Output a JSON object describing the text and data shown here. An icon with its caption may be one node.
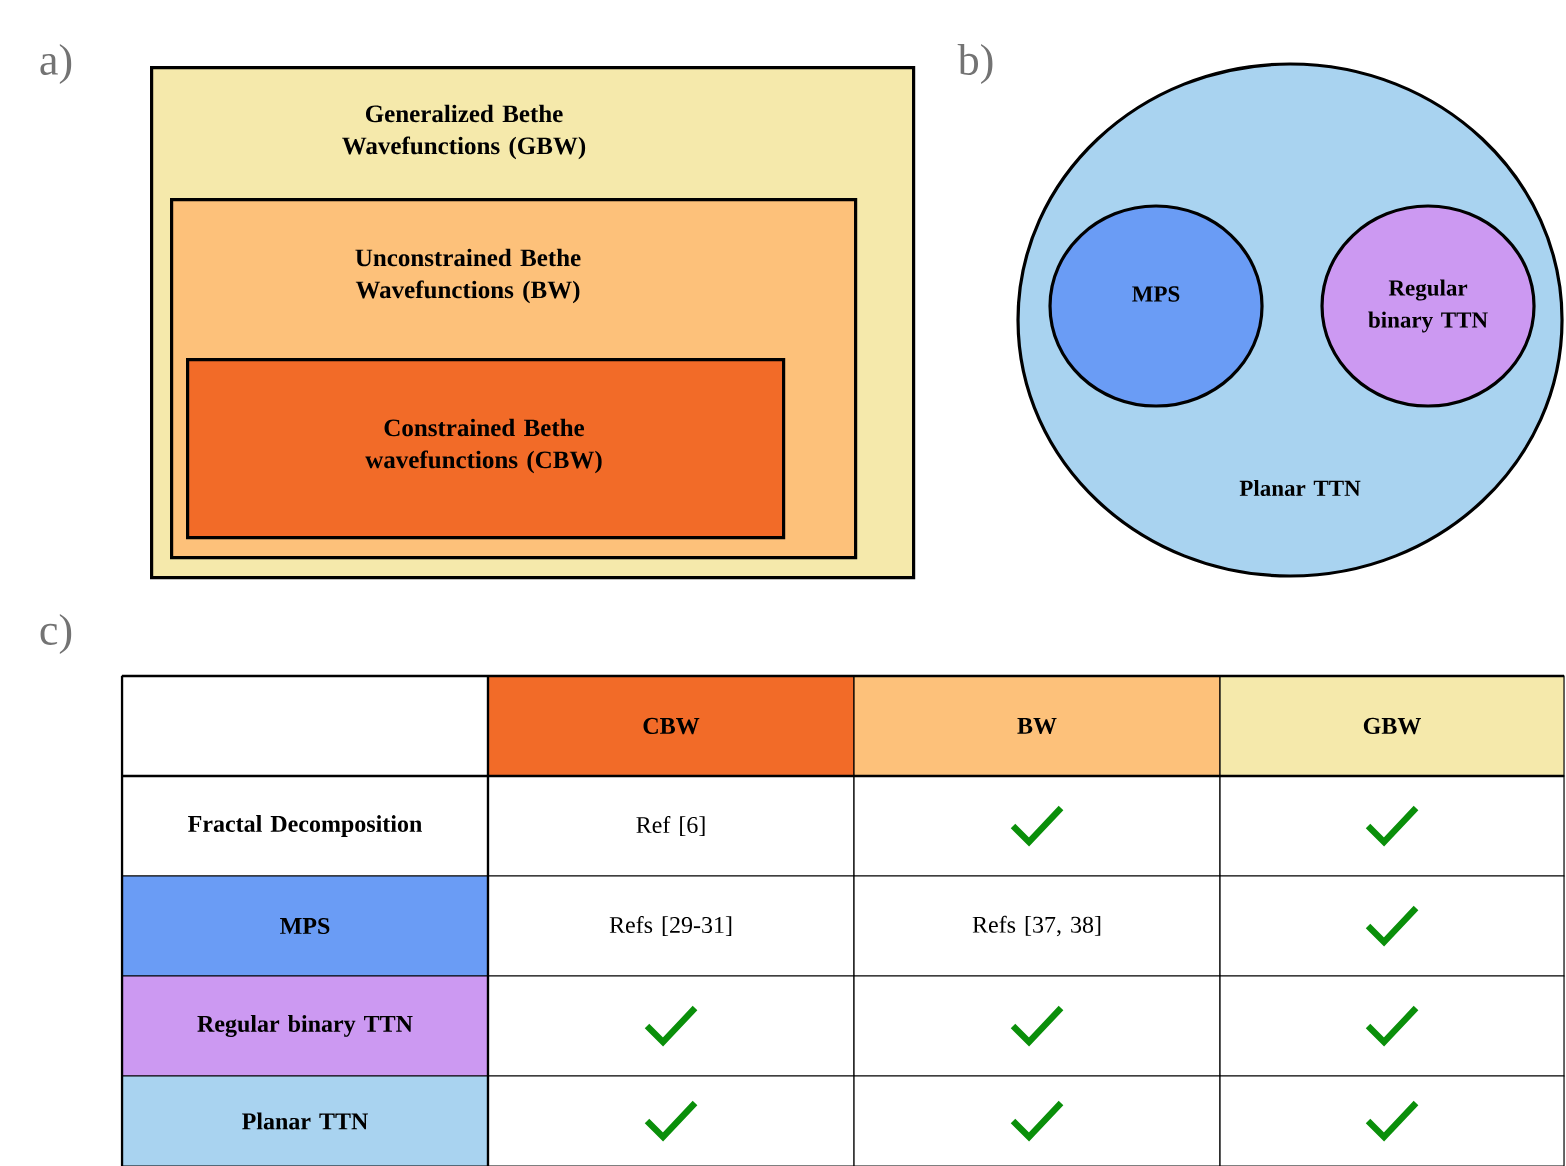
{
  "diagram": {
    "nodes": [
      {
        "text": [
          "Generalized Bethe Wavefunctions (GBW)"
        ]
      },
      {
        "text": [
          "Unconstrained Bethe Wavefunctions (BW)"
        ],
        "in": 0
      },
      {
        "text": [
          "Constrained Bethe wavefunctions (CBW)"
        ],
        "in": 1
      },
      {
        "text": [
          "Planar TTN"
        ]
      },
      {
        "text": [
          "MPS"
        ],
        "in": 3
      },
      {
        "text": [
          "Regular binary TTN"
        ],
        "in": 3
      }
    ],
    "labels": [
      "a)",
      "b)",
      "c)",
      "CBW",
      "BW",
      "GBW",
      "Fractal Decomposition",
      "Ref [6]",
      "MPS",
      "Refs [29-31]",
      "Refs [37, 38]",
      "Regular binary TTN",
      "Planar TTN"
    ]
  }
}
